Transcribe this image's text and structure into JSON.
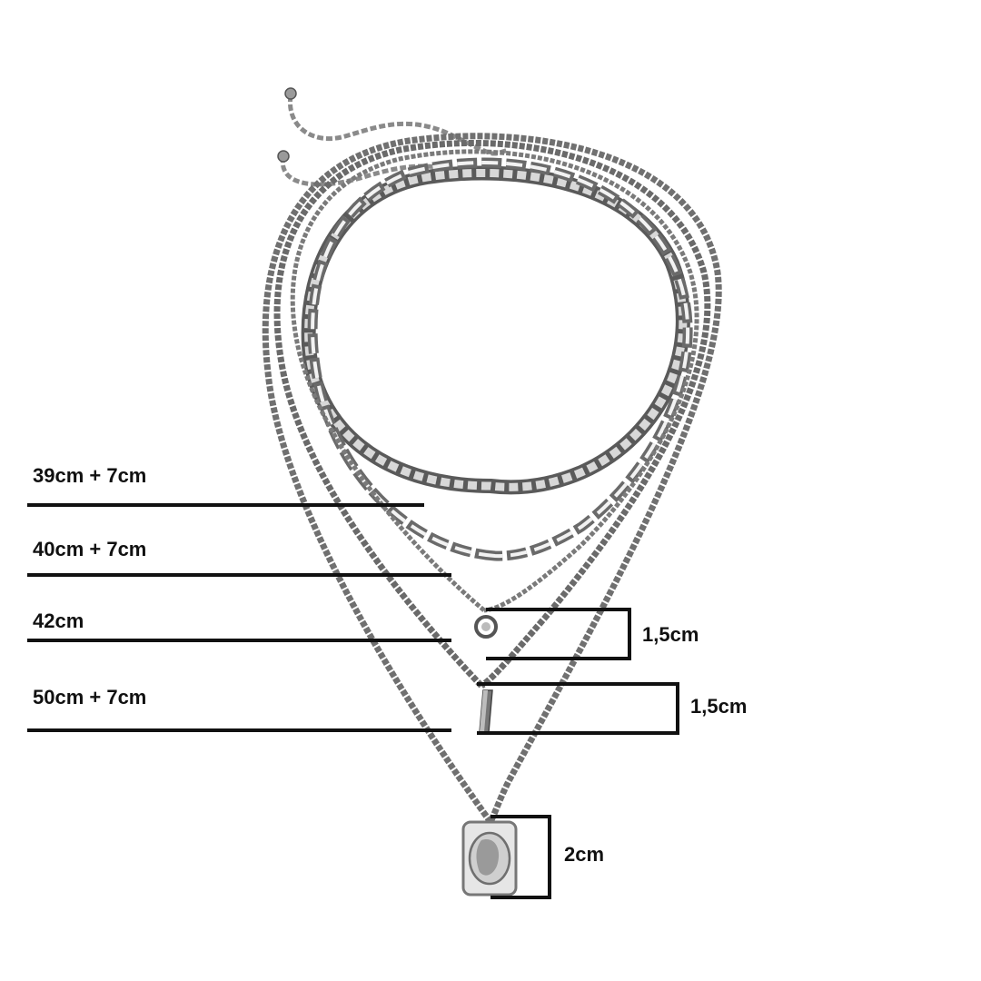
{
  "product_image": {
    "subject": "layered-silver-chain-necklace",
    "colors": {
      "chain": "#7d7d7d",
      "chain_dark": "#4a4a4a",
      "chain_light": "#c9c9c9",
      "annotation": "#111111",
      "background": "#ffffff"
    }
  },
  "lengths": [
    {
      "label": "39cm + 7cm"
    },
    {
      "label": "40cm + 7cm"
    },
    {
      "label": "42cm"
    },
    {
      "label": "50cm + 7cm"
    }
  ],
  "pendants": [
    {
      "label": "1,5cm",
      "icon": "round-charm-icon"
    },
    {
      "label": "1,5cm",
      "icon": "spike-pendant-icon"
    },
    {
      "label": "2cm",
      "icon": "coin-medallion-icon"
    }
  ]
}
